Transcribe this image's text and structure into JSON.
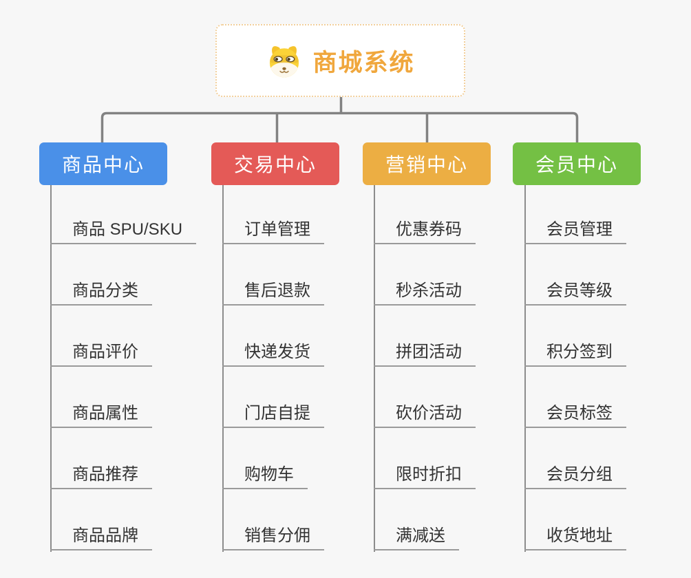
{
  "background_color": "#f7f7f7",
  "connector_color": "#828282",
  "leaf_text_color": "#333333",
  "leaf_line_color": "#9a9a9a",
  "root": {
    "title": "商城系统",
    "title_color": "#f0a73d",
    "border_color": "#f2cf9b",
    "icon": "dog-icon"
  },
  "branches": [
    {
      "label": "商品中心",
      "color": "#4a90e8",
      "items": [
        "商品 SPU/SKU",
        "商品分类",
        "商品评价",
        "商品属性",
        "商品推荐",
        "商品品牌"
      ]
    },
    {
      "label": "交易中心",
      "color": "#e45a57",
      "items": [
        "订单管理",
        "售后退款",
        "快递发货",
        "门店自提",
        "购物车",
        "销售分佣"
      ]
    },
    {
      "label": "营销中心",
      "color": "#ecae43",
      "items": [
        "优惠券码",
        "秒杀活动",
        "拼团活动",
        "砍价活动",
        "限时折扣",
        "满减送"
      ]
    },
    {
      "label": "会员中心",
      "color": "#74c044",
      "items": [
        "会员管理",
        "会员等级",
        "积分签到",
        "会员标签",
        "会员分组",
        "收货地址"
      ]
    }
  ]
}
